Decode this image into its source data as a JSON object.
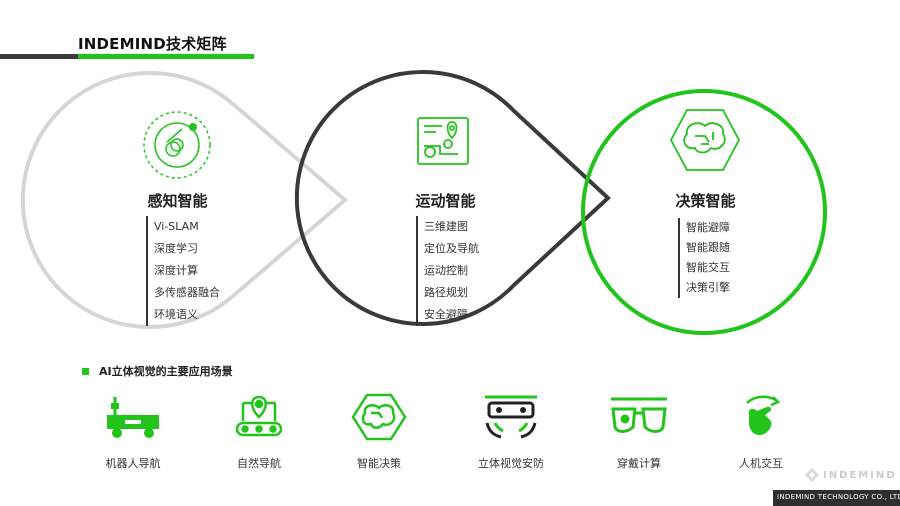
{
  "header": {
    "title": "INDEMIND技术矩阵"
  },
  "sections": [
    {
      "title": "感知智能",
      "items": [
        "Vi-SLAM",
        "深度学习",
        "深度计算",
        "多传感器融合",
        "环境语义"
      ]
    },
    {
      "title": "运动智能",
      "items": [
        "三维建图",
        "定位及导航",
        "运动控制",
        "路径规划",
        "安全避障"
      ]
    },
    {
      "title": "决策智能",
      "items": [
        "智能避障",
        "智能跟随",
        "智能交互",
        "决策引擎"
      ]
    }
  ],
  "scenes": {
    "header": "AI立体视觉的主要应用场景",
    "items": [
      {
        "label": "机器人导航",
        "icon": "robot-icon"
      },
      {
        "label": "自然导航",
        "icon": "navigation-icon"
      },
      {
        "label": "智能决策",
        "icon": "brain-icon"
      },
      {
        "label": "立体视觉安防",
        "icon": "stereo-camera-icon"
      },
      {
        "label": "穿戴计算",
        "icon": "smart-glasses-icon"
      },
      {
        "label": "人机交互",
        "icon": "hand-gesture-icon"
      }
    ]
  },
  "footer": {
    "company": "INDEMIND TECHNOLOGY CO., LTD.",
    "brand": "INDEMIND"
  },
  "colors": {
    "accent": "#22c41c",
    "dark": "#333333",
    "light_gray": "#d5d5d5"
  }
}
